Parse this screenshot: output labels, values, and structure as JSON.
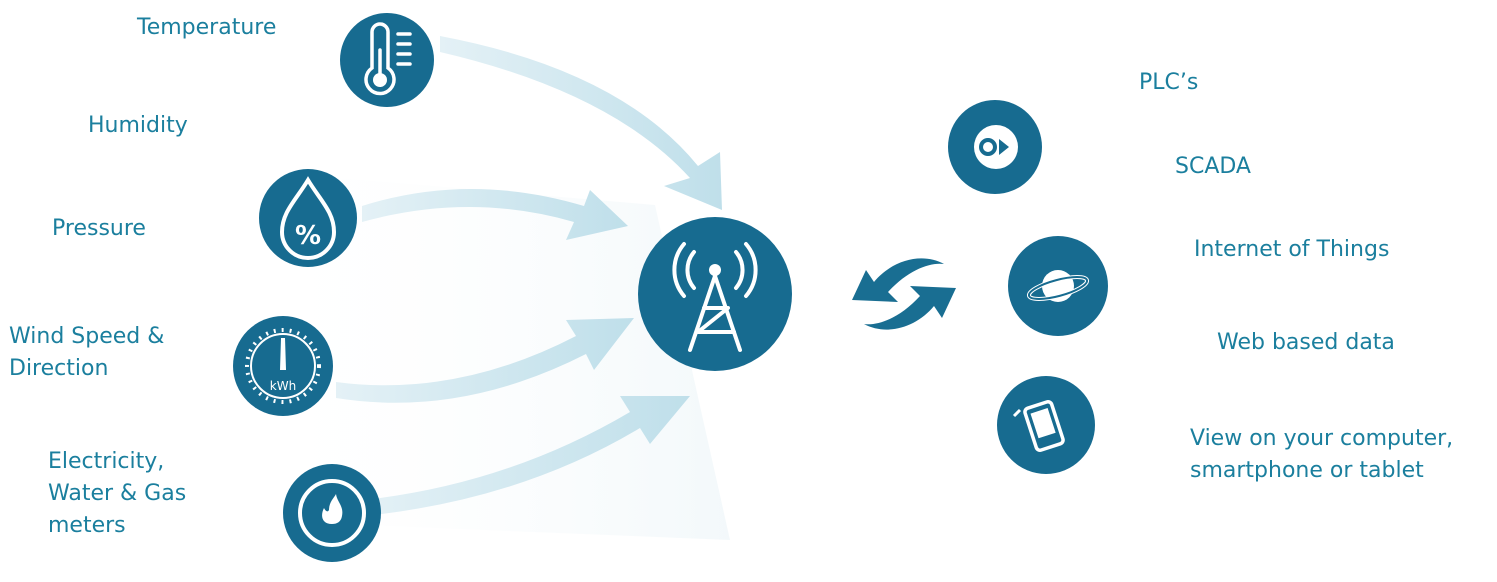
{
  "colors": {
    "circle": "#176b90",
    "arrow": "#c6e3ec",
    "text": "#1b7f9e",
    "sync_arrow": "#196e92",
    "panel_shadow": "#f1f6f9"
  },
  "sensors": [
    {
      "name": "temperature",
      "label": "Temperature",
      "icon": "thermometer-icon"
    },
    {
      "name": "humidity",
      "label": "Humidity",
      "icon": "humidity-icon"
    },
    {
      "name": "pressure",
      "label": "Pressure",
      "icon": "percent-drop-icon"
    },
    {
      "name": "wind",
      "label": [
        "Wind Speed &",
        "Direction"
      ],
      "icon": "gauge-kwh-icon"
    },
    {
      "name": "meters",
      "label": [
        "Electricity,",
        "Water & Gas",
        "meters"
      ],
      "icon": "gas-flame-icon"
    }
  ],
  "gauge_text": "kWh",
  "gauge_icon_text": "%",
  "hub": {
    "icon": "radio-tower-icon"
  },
  "sync": {
    "icon": "sync-arrows-icon"
  },
  "outputs": [
    {
      "name": "plc",
      "label": "PLC’s",
      "icon": "record-play-icon"
    },
    {
      "name": "scada",
      "label": "SCADA"
    },
    {
      "name": "iot",
      "label": "Internet of Things",
      "icon": "planet-icon"
    },
    {
      "name": "web",
      "label": "Web based data"
    },
    {
      "name": "view",
      "label": [
        "View on your computer,",
        "smartphone or tablet"
      ],
      "icon": "smartphone-icon"
    }
  ]
}
